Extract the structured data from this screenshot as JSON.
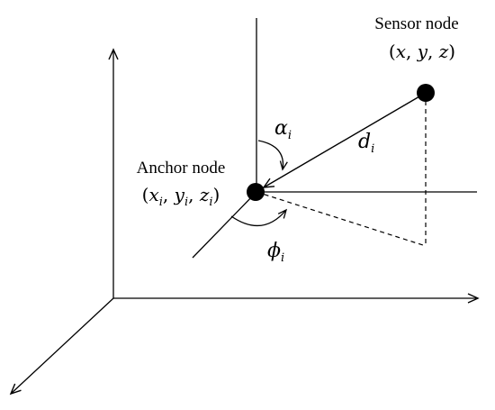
{
  "labels": {
    "sensor_node": "Sensor node",
    "sensor_coords": {
      "open": "(",
      "x": "x",
      "y": "y",
      "z": "z",
      "close": ")"
    },
    "anchor_node": "Anchor node",
    "anchor_coords": {
      "open": "(",
      "x": "x",
      "y": "y",
      "z": "z",
      "sub": "i",
      "close": ")"
    },
    "alpha": "α",
    "distance": "d",
    "phi": "ϕ",
    "subscript": "i"
  },
  "colors": {
    "stroke": "#000000",
    "node_fill": "#000000",
    "background": "#ffffff"
  }
}
